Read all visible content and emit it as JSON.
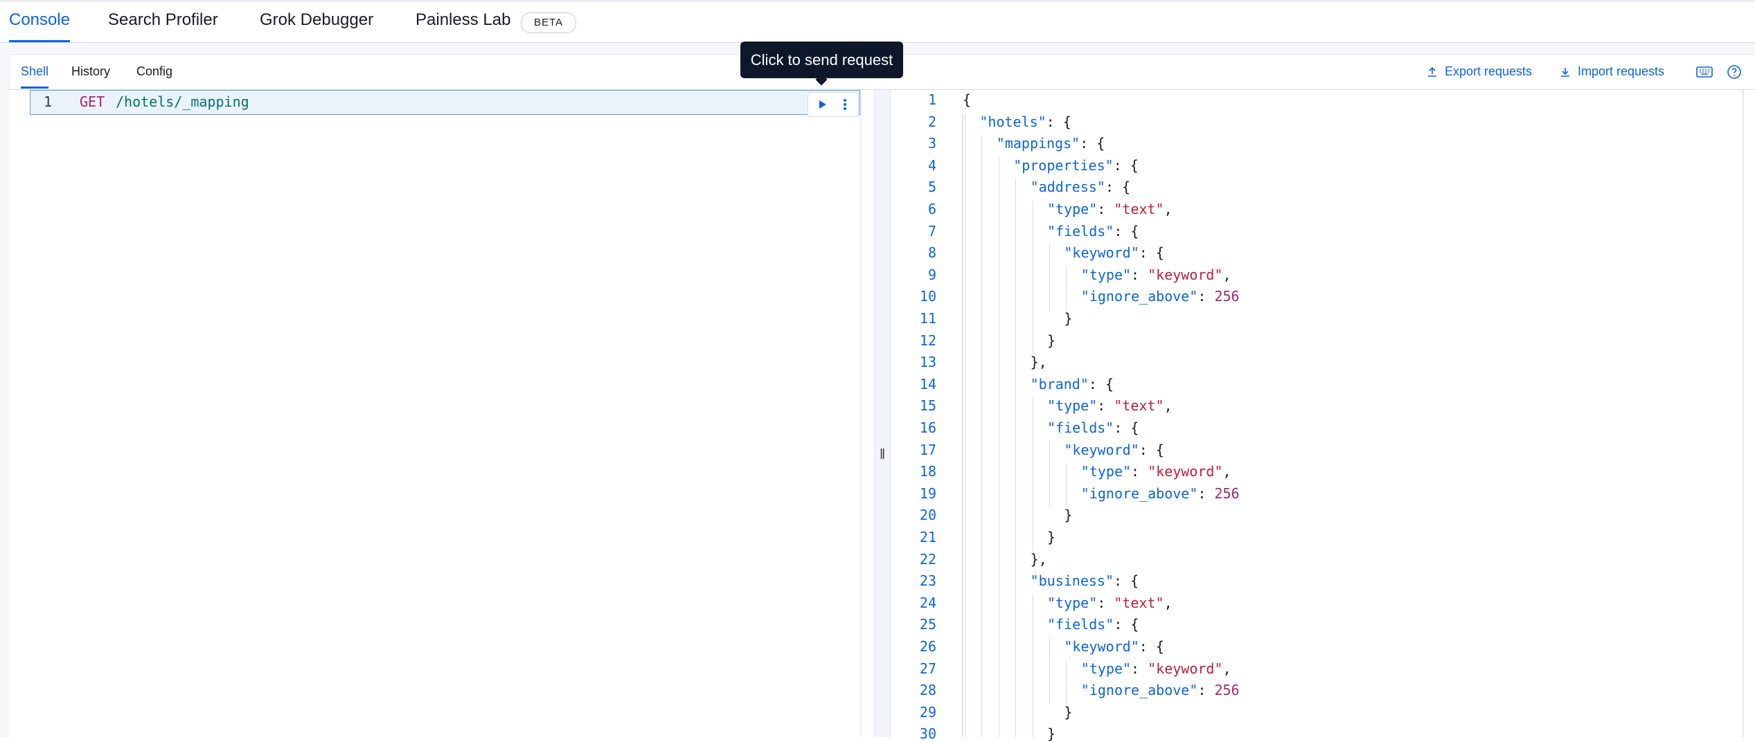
{
  "top_tabs": [
    {
      "label": "Console",
      "active": true
    },
    {
      "label": "Search Profiler",
      "active": false
    },
    {
      "label": "Grok Debugger",
      "active": false
    },
    {
      "label": "Painless Lab",
      "active": false
    }
  ],
  "beta_badge": "BETA",
  "sub_tabs": [
    {
      "label": "Shell",
      "active": true
    },
    {
      "label": "History",
      "active": false
    },
    {
      "label": "Config",
      "active": false
    }
  ],
  "toolbar": {
    "export_label": "Export requests",
    "import_label": "Import requests",
    "keyboard_icon": "keyboard-icon",
    "help_icon": "help-icon"
  },
  "request": {
    "line_number": "1",
    "method": "GET",
    "path": "/hotels/_mapping"
  },
  "tooltip": "Click to send request",
  "colors": {
    "accent": "#0b64dd",
    "method": "#a8276a",
    "path": "#00736b",
    "string": "#bd1e36",
    "number": "#a8276a"
  },
  "response_lines": [
    {
      "n": "1",
      "key": "",
      "val": "",
      "vtype": "",
      "pre": "{",
      "post": ""
    },
    {
      "n": "2",
      "key": "\"hotels\"",
      "val": "",
      "vtype": "",
      "pre": "",
      "post": ": {"
    },
    {
      "n": "3",
      "key": "\"mappings\"",
      "val": "",
      "vtype": "",
      "pre": "",
      "post": ": {"
    },
    {
      "n": "4",
      "key": "\"properties\"",
      "val": "",
      "vtype": "",
      "pre": "",
      "post": ": {"
    },
    {
      "n": "5",
      "key": "\"address\"",
      "val": "",
      "vtype": "",
      "pre": "",
      "post": ": {"
    },
    {
      "n": "6",
      "key": "\"type\"",
      "val": "\"text\"",
      "vtype": "s",
      "pre": "",
      "post": ","
    },
    {
      "n": "7",
      "key": "\"fields\"",
      "val": "",
      "vtype": "",
      "pre": "",
      "post": ": {"
    },
    {
      "n": "8",
      "key": "\"keyword\"",
      "val": "",
      "vtype": "",
      "pre": "",
      "post": ": {"
    },
    {
      "n": "9",
      "key": "\"type\"",
      "val": "\"keyword\"",
      "vtype": "s",
      "pre": "",
      "post": ","
    },
    {
      "n": "10",
      "key": "\"ignore_above\"",
      "val": "256",
      "vtype": "n",
      "pre": "",
      "post": ""
    },
    {
      "n": "11",
      "key": "",
      "val": "",
      "vtype": "",
      "pre": "}",
      "post": ""
    },
    {
      "n": "12",
      "key": "",
      "val": "",
      "vtype": "",
      "pre": "}",
      "post": ""
    },
    {
      "n": "13",
      "key": "",
      "val": "",
      "vtype": "",
      "pre": "},",
      "post": ""
    },
    {
      "n": "14",
      "key": "\"brand\"",
      "val": "",
      "vtype": "",
      "pre": "",
      "post": ": {"
    },
    {
      "n": "15",
      "key": "\"type\"",
      "val": "\"text\"",
      "vtype": "s",
      "pre": "",
      "post": ","
    },
    {
      "n": "16",
      "key": "\"fields\"",
      "val": "",
      "vtype": "",
      "pre": "",
      "post": ": {"
    },
    {
      "n": "17",
      "key": "\"keyword\"",
      "val": "",
      "vtype": "",
      "pre": "",
      "post": ": {"
    },
    {
      "n": "18",
      "key": "\"type\"",
      "val": "\"keyword\"",
      "vtype": "s",
      "pre": "",
      "post": ","
    },
    {
      "n": "19",
      "key": "\"ignore_above\"",
      "val": "256",
      "vtype": "n",
      "pre": "",
      "post": ""
    },
    {
      "n": "20",
      "key": "",
      "val": "",
      "vtype": "",
      "pre": "}",
      "post": ""
    },
    {
      "n": "21",
      "key": "",
      "val": "",
      "vtype": "",
      "pre": "}",
      "post": ""
    },
    {
      "n": "22",
      "key": "",
      "val": "",
      "vtype": "",
      "pre": "},",
      "post": ""
    },
    {
      "n": "23",
      "key": "\"business\"",
      "val": "",
      "vtype": "",
      "pre": "",
      "post": ": {"
    },
    {
      "n": "24",
      "key": "\"type\"",
      "val": "\"text\"",
      "vtype": "s",
      "pre": "",
      "post": ","
    },
    {
      "n": "25",
      "key": "\"fields\"",
      "val": "",
      "vtype": "",
      "pre": "",
      "post": ": {"
    },
    {
      "n": "26",
      "key": "\"keyword\"",
      "val": "",
      "vtype": "",
      "pre": "",
      "post": ": {"
    },
    {
      "n": "27",
      "key": "\"type\"",
      "val": "\"keyword\"",
      "vtype": "s",
      "pre": "",
      "post": ","
    },
    {
      "n": "28",
      "key": "\"ignore_above\"",
      "val": "256",
      "vtype": "n",
      "pre": "",
      "post": ""
    },
    {
      "n": "29",
      "key": "",
      "val": "",
      "vtype": "",
      "pre": "}",
      "post": ""
    },
    {
      "n": "30",
      "key": "",
      "val": "",
      "vtype": "",
      "pre": "}",
      "post": ""
    }
  ]
}
